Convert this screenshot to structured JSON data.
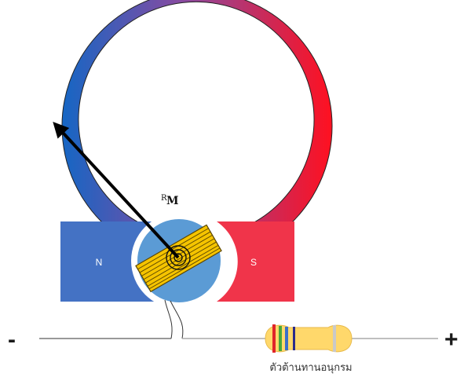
{
  "meter": {
    "label_sup": "R",
    "label_main": "M"
  },
  "magnet": {
    "north_label": "N",
    "south_label": "S"
  },
  "terminals": {
    "negative": "-",
    "positive": "+"
  },
  "resistor": {
    "caption": "ตัวต้านทานอนุกรม"
  },
  "colors": {
    "arc_start": "#1b6fc7",
    "arc_end": "#ff1a2b",
    "north_pole": "#4472c4",
    "south_pole": "#f0344a",
    "core": "#5b9bd5",
    "coil": "#f5c400",
    "resistor_body": "#ffd86b"
  }
}
